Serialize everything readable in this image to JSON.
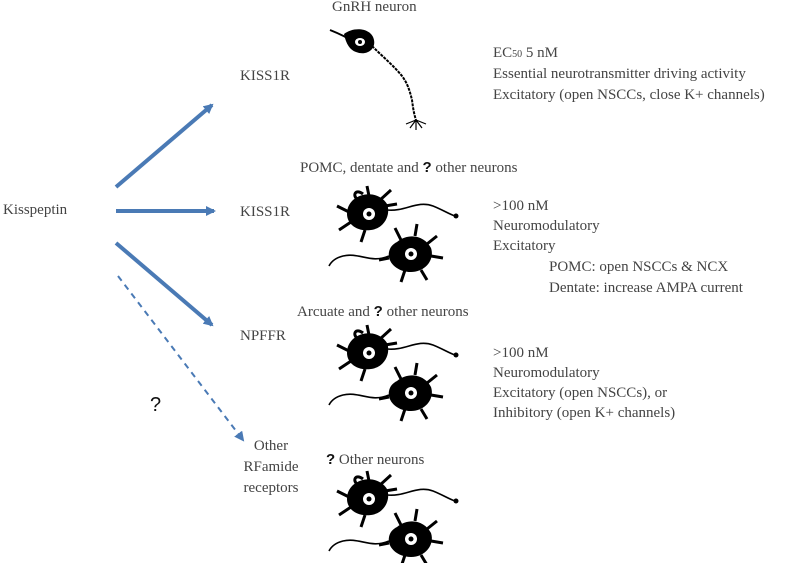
{
  "source": "Kisspeptin",
  "arrow_color": "#4a7ab5",
  "unknown_mark": "?",
  "branches": [
    {
      "receptor": "KISS1R",
      "cell_title": {
        "before": "GnRH neuron",
        "qmark": "",
        "after": ""
      },
      "notes": [
        "EC50 5 nM",
        "Essential neurotransmitter driving activity",
        "Excitatory (open NSCCs, close K+ channels)"
      ],
      "ec_main": "EC",
      "ec_sub": "50",
      "ec_rest": " 5 nM"
    },
    {
      "receptor": "KISS1R",
      "cell_title": {
        "before": "POMC, dentate and ",
        "qmark": "?",
        "after": " other neurons"
      },
      "notes": [
        ">100 nM",
        "Neuromodulatory",
        "Excitatory",
        "POMC: open NSCCs & NCX",
        "Dentate: increase AMPA current"
      ]
    },
    {
      "receptor": "NPFFR",
      "cell_title": {
        "before": "Arcuate and ",
        "qmark": "?",
        "after": " other neurons"
      },
      "notes": [
        ">100 nM",
        "Neuromodulatory",
        "Excitatory (open NSCCs), or",
        "Inhibitory (open K+ channels)"
      ]
    },
    {
      "receptor_lines": [
        "Other",
        "RFamide",
        "receptors"
      ],
      "cell_title": {
        "before": "",
        "qmark": "?",
        "after": " Other neurons"
      }
    }
  ]
}
